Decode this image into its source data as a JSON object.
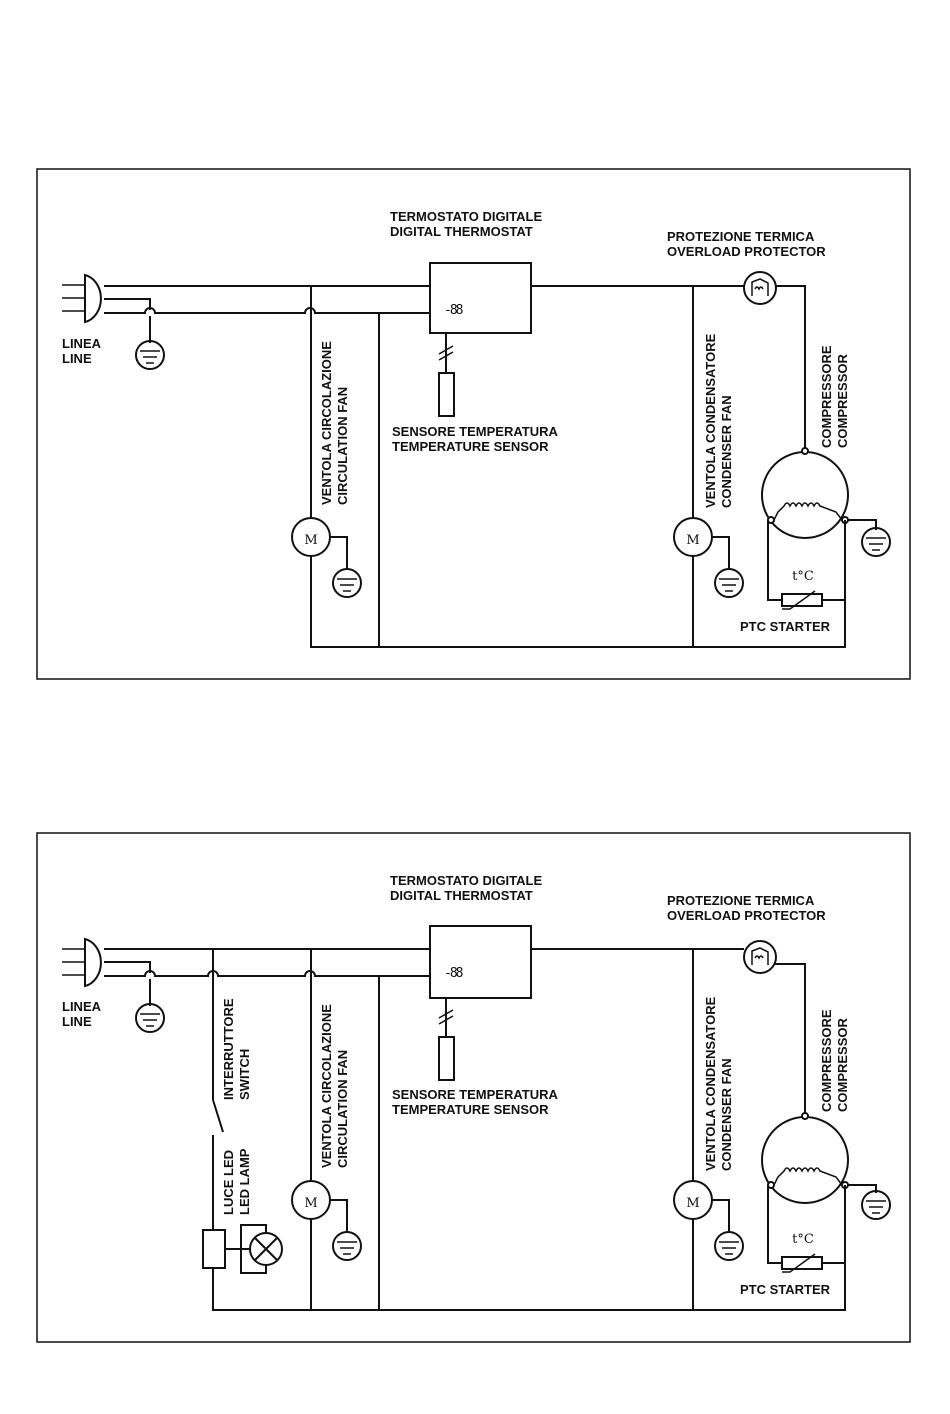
{
  "diagram1": {
    "labels": {
      "line_it": "LINEA",
      "line_en": "LINE",
      "thermostat_it": "TERMOSTATO DIGITALE",
      "thermostat_en": "DIGITAL THERMOSTAT",
      "display": "-88",
      "protector_it": "PROTEZIONE TERMICA",
      "protector_en": "OVERLOAD PROTECTOR",
      "sensor_it": "SENSORE TEMPERATURA",
      "sensor_en": "TEMPERATURE SENSOR",
      "circfan_it": "VENTOLA CIRCOLAZIONE",
      "circfan_en": "CIRCULATION FAN",
      "condfan_it": "VENTOLA CONDENSATORE",
      "condfan_en": "CONDENSER FAN",
      "compressor_it": "COMPRESSORE",
      "compressor_en": "COMPRESSOR",
      "motor": "M",
      "tc": "t°C",
      "ptc": "PTC STARTER"
    }
  },
  "diagram2": {
    "labels": {
      "line_it": "LINEA",
      "line_en": "LINE",
      "thermostat_it": "TERMOSTATO DIGITALE",
      "thermostat_en": "DIGITAL THERMOSTAT",
      "display": "-88",
      "protector_it": "PROTEZIONE TERMICA",
      "protector_en": "OVERLOAD PROTECTOR",
      "sensor_it": "SENSORE TEMPERATURA",
      "sensor_en": "TEMPERATURE SENSOR",
      "switch_it": "INTERRUTTORE",
      "switch_en": "SWITCH",
      "lamp_it": "LUCE LED",
      "lamp_en": "LED LAMP",
      "circfan_it": "VENTOLA CIRCOLAZIONE",
      "circfan_en": "CIRCULATION FAN",
      "condfan_it": "VENTOLA CONDENSATORE",
      "condfan_en": "CONDENSER FAN",
      "compressor_it": "COMPRESSORE",
      "compressor_en": "COMPRESSOR",
      "motor": "M",
      "tc": "t°C",
      "ptc": "PTC STARTER"
    }
  }
}
